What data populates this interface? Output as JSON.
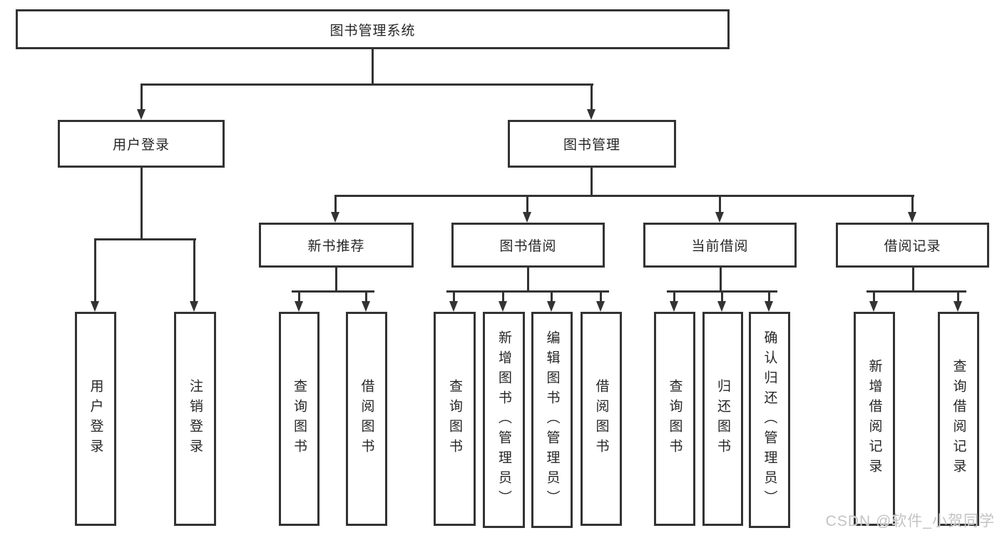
{
  "tree": {
    "root": "图书管理系统",
    "children": [
      {
        "label": "用户登录",
        "children": [
          "用户登录",
          "注销登录"
        ]
      },
      {
        "label": "图书管理",
        "children": [
          {
            "label": "新书推荐",
            "children": [
              "查询图书",
              "借阅图书"
            ]
          },
          {
            "label": "图书借阅",
            "children": [
              "查询图书",
              "新增图书（管理员）",
              "编辑图书（管理员）",
              "借阅图书"
            ]
          },
          {
            "label": "当前借阅",
            "children": [
              "查询图书",
              "归还图书",
              "确认归还（管理员）"
            ]
          },
          {
            "label": "借阅记录",
            "children": [
              "新增借阅记录",
              "查询借阅记录"
            ]
          }
        ]
      }
    ]
  },
  "watermark": "CSDN @软件_小贺同学",
  "colors": {
    "line": "#333333",
    "text": "#262626",
    "background": "#ffffff",
    "watermark": "#c3c3c3"
  }
}
